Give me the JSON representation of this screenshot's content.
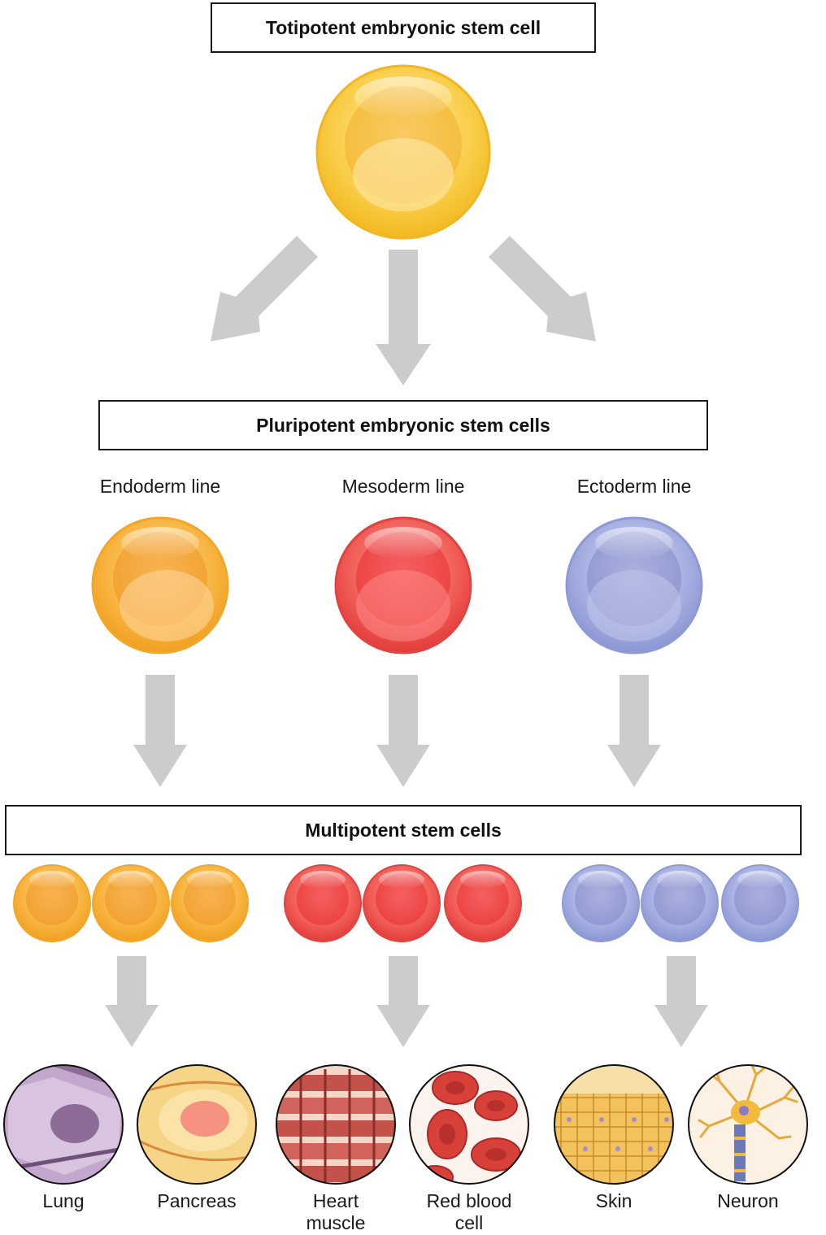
{
  "boxes": {
    "totipotent": "Totipotent embryonic stem cell",
    "pluripotent": "Pluripotent embryonic stem cells",
    "multipotent": "Multipotent stem cells"
  },
  "lines": {
    "endoderm": "Endoderm line",
    "mesoderm": "Mesoderm line",
    "ectoderm": "Ectoderm line"
  },
  "tissues": {
    "lung": "Lung",
    "pancreas": "Pancreas",
    "heart": "Heart\nmuscle",
    "rbc": "Red blood\ncell",
    "skin": "Skin",
    "neuron": "Neuron"
  },
  "colors": {
    "totipotent": "#f5c23a",
    "endoderm": "#f2a530",
    "mesoderm": "#ee4a45",
    "ectoderm": "#8f9bd6",
    "arrow": "#cccccc"
  }
}
